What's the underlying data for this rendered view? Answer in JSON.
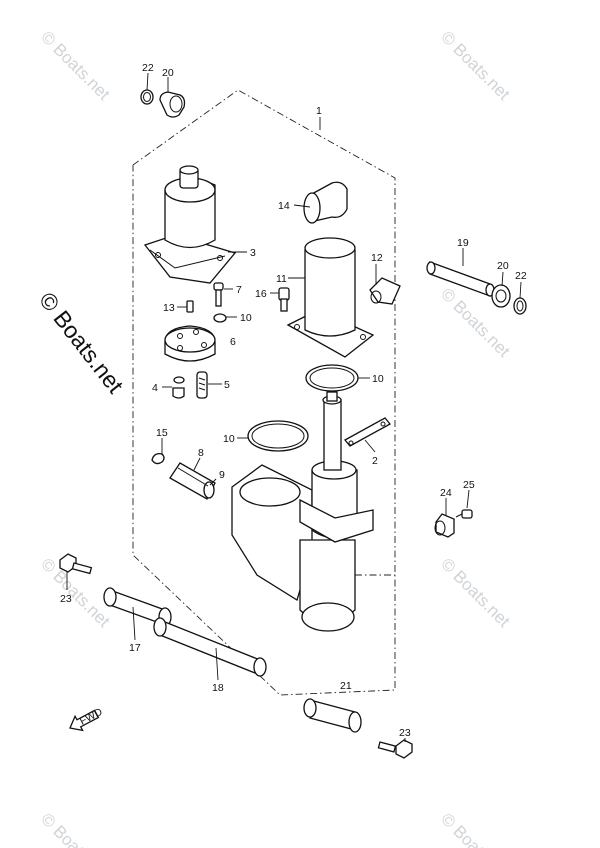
{
  "watermark": {
    "text": "© Boats.net"
  },
  "part_numbers": {
    "p1": "1",
    "p2": "2",
    "p3": "3",
    "p4": "4",
    "p5": "5",
    "p6": "6",
    "p7": "7",
    "p8": "8",
    "p9": "9",
    "p10a": "10",
    "p10b": "10",
    "p10c": "10",
    "p11": "11",
    "p12": "12",
    "p13": "13",
    "p14": "14",
    "p15": "15",
    "p16": "16",
    "p17": "17",
    "p18": "18",
    "p19": "19",
    "p20a": "20",
    "p20b": "20",
    "p21": "21",
    "p22a": "22",
    "p22b": "22",
    "p23a": "23",
    "p23b": "23",
    "p24": "24",
    "p25": "25"
  },
  "fwd_arrow": {
    "label": "FWD"
  }
}
